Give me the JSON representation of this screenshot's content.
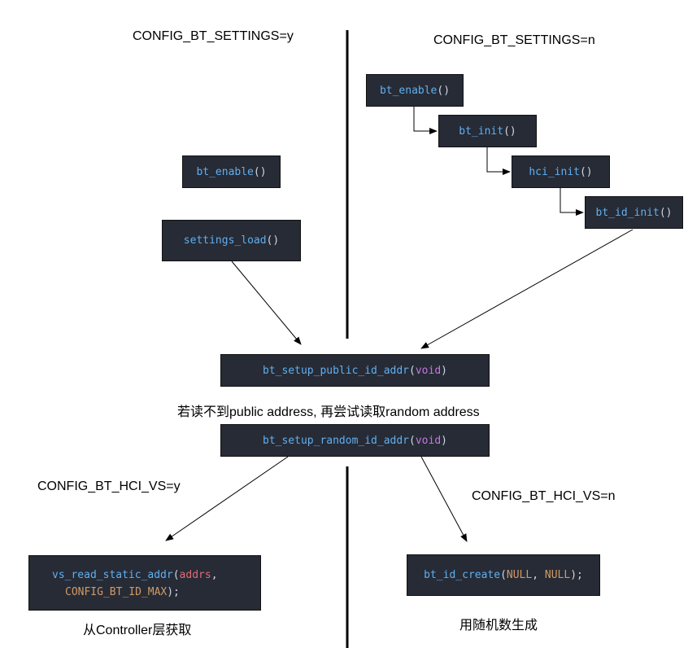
{
  "headings": {
    "settings_y": "CONFIG_BT_SETTINGS=y",
    "settings_n": "CONFIG_BT_SETTINGS=n",
    "hci_vs_y": "CONFIG_BT_HCI_VS=y",
    "hci_vs_n": "CONFIG_BT_HCI_VS=n"
  },
  "notes": {
    "fallback": "若读不到public address, 再尝试读取random address",
    "from_controller": "从Controller层获取",
    "random_gen": "用随机数生成"
  },
  "boxes": {
    "bt_enable_left": {
      "fn": "bt_enable",
      "tail": "()"
    },
    "settings_load": {
      "fn": "settings_load",
      "tail": "()"
    },
    "bt_enable_right": {
      "fn": "bt_enable",
      "tail": "()"
    },
    "bt_init": {
      "fn": "bt_init",
      "tail": "()"
    },
    "hci_init": {
      "fn": "hci_init",
      "tail": "()"
    },
    "bt_id_init": {
      "fn": "bt_id_init",
      "tail": "()"
    },
    "setup_public": {
      "fn": "bt_setup_public_id_addr",
      "open": "(",
      "kw": "void",
      "close": ")"
    },
    "setup_random": {
      "fn": "bt_setup_random_id_addr",
      "open": "(",
      "kw": "void",
      "close": ")"
    },
    "vs_read": {
      "fn": "vs_read_static_addr",
      "open": "(",
      "param": "addrs",
      "comma": ",",
      "const": "CONFIG_BT_ID_MAX",
      "close": ");"
    },
    "id_create": {
      "fn": "bt_id_create",
      "open": "(",
      "arg1": "NULL",
      "comma": ", ",
      "arg2": "NULL",
      "close": ");"
    }
  },
  "colors": {
    "box_bg": "#262b36",
    "function": "#61afef",
    "keyword": "#c678dd",
    "parameter": "#e06c75",
    "constant": "#d19a66",
    "punctuation": "#cfd6e4"
  }
}
